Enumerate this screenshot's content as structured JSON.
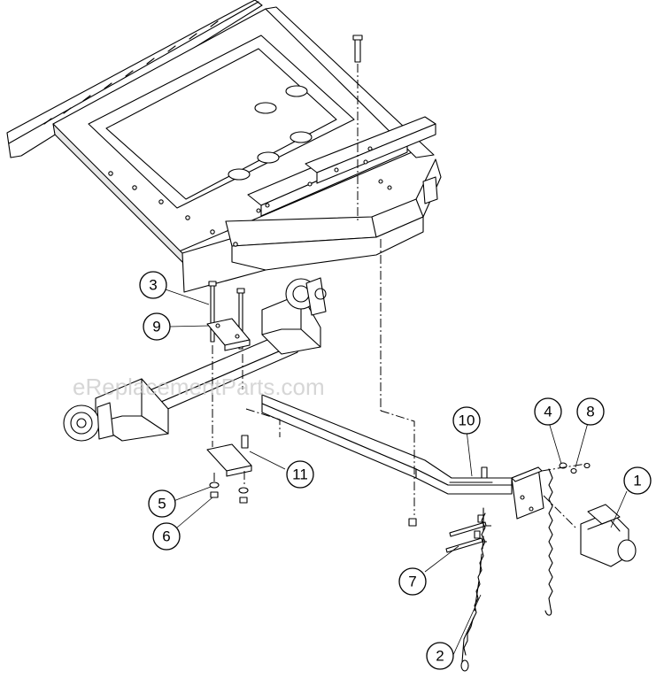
{
  "watermark": "eReplacementParts.com",
  "callouts": [
    {
      "id": "1",
      "label": "1"
    },
    {
      "id": "2",
      "label": "2"
    },
    {
      "id": "3",
      "label": "3"
    },
    {
      "id": "4",
      "label": "4"
    },
    {
      "id": "5",
      "label": "5"
    },
    {
      "id": "6",
      "label": "6"
    },
    {
      "id": "7",
      "label": "7"
    },
    {
      "id": "8",
      "label": "8"
    },
    {
      "id": "9",
      "label": "9"
    },
    {
      "id": "10",
      "label": "10"
    },
    {
      "id": "11",
      "label": "11"
    }
  ]
}
